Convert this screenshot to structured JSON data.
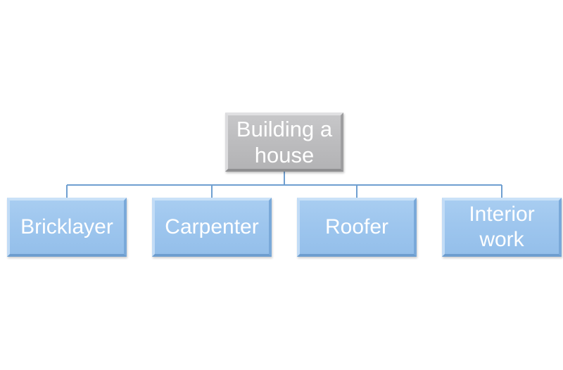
{
  "diagram": {
    "root": {
      "label": "Building a\nhouse",
      "fill": "#bdbdbf"
    },
    "children": [
      {
        "label": "Bricklayer"
      },
      {
        "label": "Carpenter"
      },
      {
        "label": "Roofer"
      },
      {
        "label": "Interior\nwork"
      }
    ],
    "colors": {
      "child_fill": "#9ec6ee",
      "connector": "#6f9fd0",
      "text": "#ffffff"
    }
  }
}
